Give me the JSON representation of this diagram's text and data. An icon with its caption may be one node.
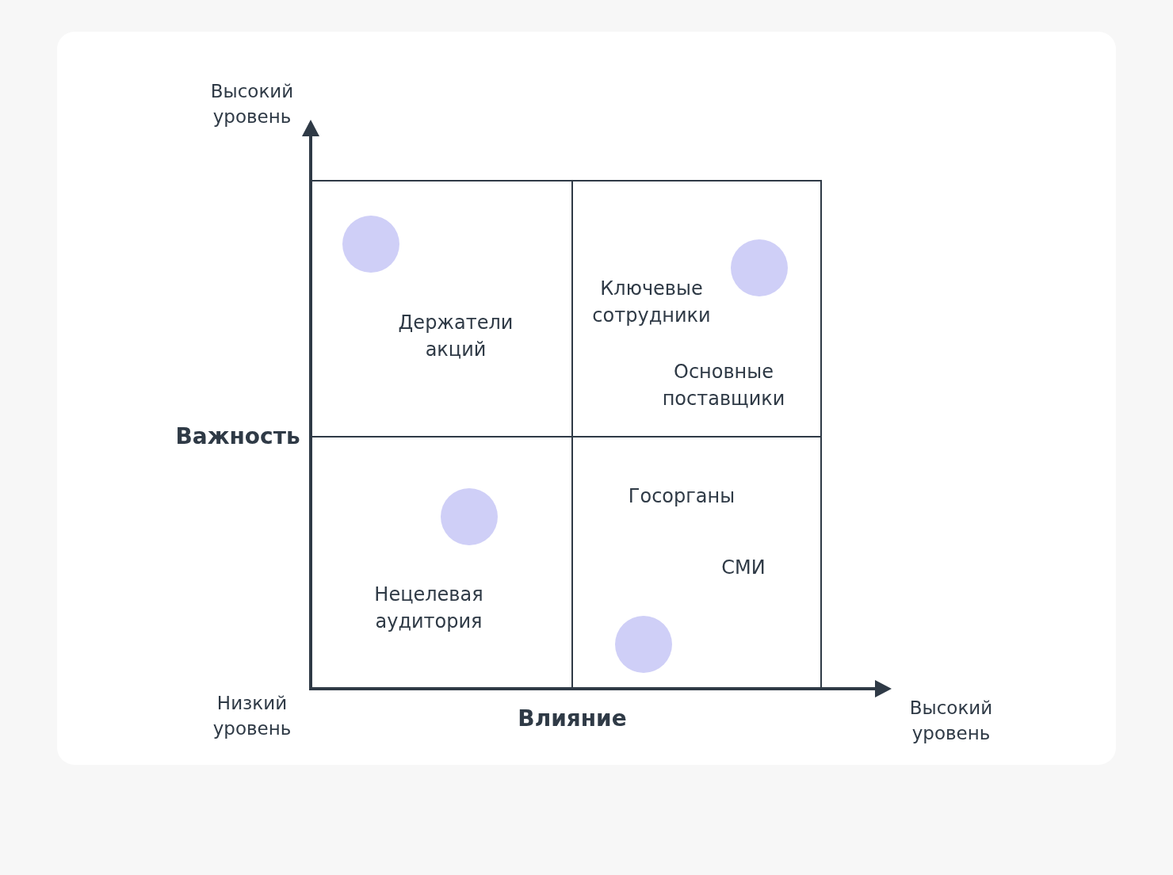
{
  "diagram": {
    "nodes": [
      {
        "text": [
          "Держатели акций"
        ]
      },
      {
        "text": [],
        "shape": "circle",
        "in": 0
      },
      {
        "text": [
          "Ключевые сотрудники",
          "Основные поставщики"
        ]
      },
      {
        "text": [],
        "shape": "circle",
        "in": 2
      },
      {
        "text": [
          "Нецелевая аудитория"
        ]
      },
      {
        "text": [],
        "shape": "circle",
        "in": 4
      },
      {
        "text": [
          "Госорганы",
          "СМИ"
        ]
      },
      {
        "text": [],
        "shape": "circle",
        "in": 6
      }
    ],
    "labels": [
      "Высокий уровень",
      "Важность",
      "Низкий уровень",
      "Влияние",
      "Высокий уровень"
    ]
  }
}
